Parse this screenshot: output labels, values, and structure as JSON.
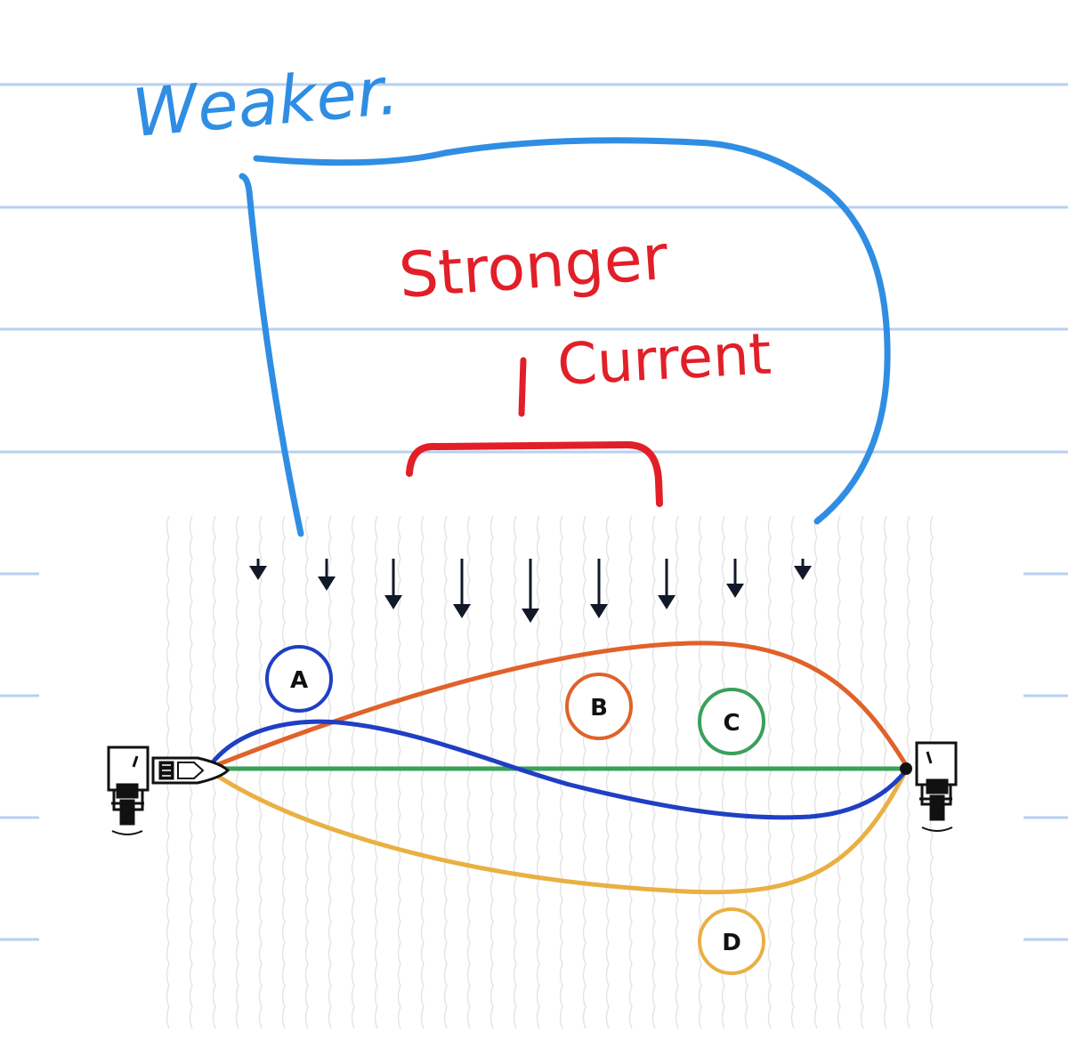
{
  "annotations": {
    "weaker": "Weaker.",
    "stronger": "Stronger",
    "current": "Current"
  },
  "routes": [
    {
      "label": "A",
      "color": "#1f3fc4"
    },
    {
      "label": "B",
      "color": "#e0622a"
    },
    {
      "label": "C",
      "color": "#3aa05a"
    },
    {
      "label": "D",
      "color": "#e9b042"
    }
  ],
  "colors": {
    "ruled_line": "#b7d0f2",
    "weaker_ink": "#2f8ee3",
    "stronger_ink": "#e21f28",
    "arrow": "#111827",
    "water_wave": "#e3e3e3",
    "dock": "#111111"
  },
  "icons": {
    "boat": "boat-icon",
    "dock_left": "dock-icon",
    "dock_right": "dock-icon",
    "current_arrow": "arrow-down-icon"
  }
}
